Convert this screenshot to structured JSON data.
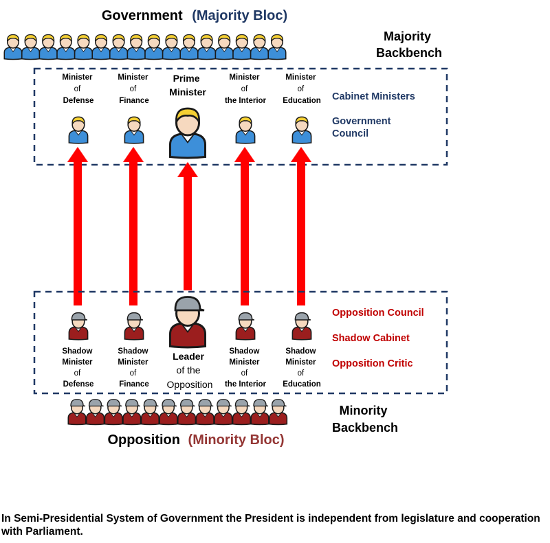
{
  "government_heading": {
    "main": "Government",
    "bloc": "(Majority Bloc)",
    "bloc_color": "#1f3864"
  },
  "majority_backbench": {
    "line1": "Majority",
    "line2": "Backbench",
    "count": 16
  },
  "cabinet": {
    "prime_minister": {
      "line1": "Prime",
      "line2": "Minister"
    },
    "ministers": [
      {
        "line1": "Minister",
        "line2": "of",
        "line3": "Defense"
      },
      {
        "line1": "Minister",
        "line2": "of",
        "line3": "Finance"
      },
      {
        "line1": "Minister",
        "line2": "of",
        "line3": "the Interior"
      },
      {
        "line1": "Minister",
        "line2": "of",
        "line3": "Education"
      }
    ],
    "side_labels": {
      "cabinet_ministers": "Cabinet Ministers",
      "council_line1": "Government",
      "council_line2": "Council"
    }
  },
  "shadow": {
    "leader": {
      "line1": "Leader",
      "line2": "of the",
      "line3": "Opposition"
    },
    "ministers": [
      {
        "line1": "Shadow",
        "line2": "Minister",
        "line3": "of",
        "line4": "Defense"
      },
      {
        "line1": "Shadow",
        "line2": "Minister",
        "line3": "of",
        "line4": "Finance"
      },
      {
        "line1": "Shadow",
        "line2": "Minister",
        "line3": "of",
        "line4": "the Interior"
      },
      {
        "line1": "Shadow",
        "line2": "Minister",
        "line3": "of",
        "line4": "Education"
      }
    ],
    "side_labels": {
      "opposition_council": "Opposition Council",
      "shadow_cabinet": "Shadow Cabinet",
      "opposition_critic": "Opposition Critic"
    }
  },
  "minority_backbench": {
    "line1": "Minority",
    "line2": "Backbench",
    "count": 12
  },
  "opposition_heading": {
    "main": "Opposition",
    "bloc": "(Minority Bloc)",
    "bloc_color": "#943634"
  },
  "caption": "In Semi-Presidential System of Government the President is independent from legislature and cooperation with Parliament.",
  "colors": {
    "gov_label": "#1f3864",
    "opp_label": "#c00000",
    "arrow": "#ff0000",
    "frame": "#1f3864",
    "gov_hair": "#f5d033",
    "gov_body": "#3d8fd9",
    "opp_cap": "#9aa3ab",
    "opp_body": "#9b1e1e",
    "skin": "#f6d9bf"
  }
}
